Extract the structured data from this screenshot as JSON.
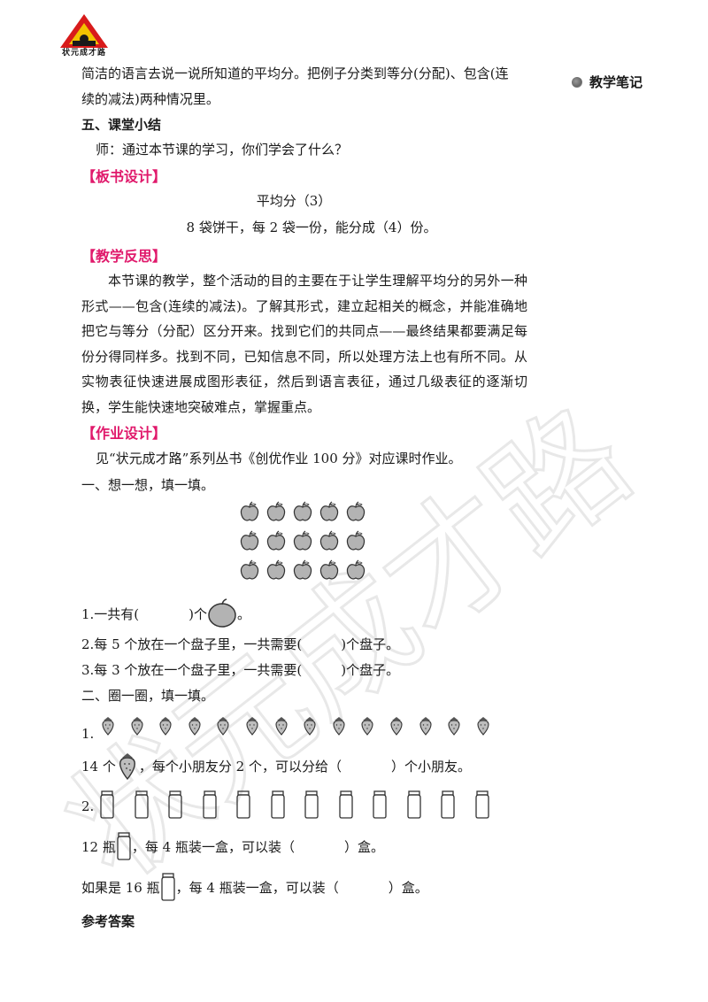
{
  "logo": {
    "text": "状元成才路"
  },
  "watermark": {
    "text": "状元成才路"
  },
  "sidebar": {
    "label": "教学笔记"
  },
  "intro": {
    "line1": "简洁的语言去说一说所知道的平均分。把例子分类到等分(分配)、包含(连",
    "line2": "续的减法)两种情况里。"
  },
  "summary": {
    "heading": "五、课堂小结",
    "text": "师：通过本节课的学习，你们学会了什么？"
  },
  "board": {
    "heading": "【板书设计】",
    "title": "平均分（3）",
    "line": "8 袋饼干，每 2 袋一份，能分成（4）份。"
  },
  "reflection": {
    "heading": "【教学反思】",
    "text": "本节课的教学，整个活动的目的主要在于让学生理解平均分的另外一种形式——包含(连续的减法)。了解其形式，建立起相关的概念，并能准确地把它与等分（分配）区分开来。找到它们的共同点——最终结果都要满足每份分得同样多。找到不同，已知信息不同，所以处理方法上也有所不同。从实物表征快速进展成图形表征，然后到语言表征，通过几级表征的逐渐切换，学生能快速地突破难点，掌握重点。"
  },
  "homework": {
    "heading": "【作业设计】",
    "ref": "见“状元成才路”系列丛书《创优作业 100 分》对应课时作业。",
    "part1": {
      "title": "一、想一想，填一填。",
      "q1_a": "1.一共有(",
      "q1_b": ")个",
      "q1_c": "。",
      "q2": "2.每 5 个放在一个盘子里，一共需要(",
      "q2_end": ")个盘子。",
      "q3": "3.每 3 个放在一个盘子里，一共需要(",
      "q3_end": ")个盘子。"
    },
    "part2": {
      "title": "二、圈一圈，填一填。",
      "n1": "1.",
      "q1_a": "14 个",
      "q1_b": "，每个小朋友分 2 个，可以分给（",
      "q1_c": "）个小朋友。",
      "n2": "2.",
      "q2_a": "12 瓶",
      "q2_b": "，每 4 瓶装一盒，可以装（",
      "q2_c": "）盒。",
      "q3_a": "如果是 16 瓶",
      "q3_b": "，每 4 瓶装一盒，可以装（",
      "q3_c": "）盒。"
    }
  },
  "answers": {
    "heading": "参考答案"
  },
  "counts": {
    "apples": 15,
    "strawberries": 14,
    "bottles": 12
  },
  "colors": {
    "accent": "#e0196b",
    "apple": "#b3b3b3",
    "watermark": "#e6e6e6"
  }
}
